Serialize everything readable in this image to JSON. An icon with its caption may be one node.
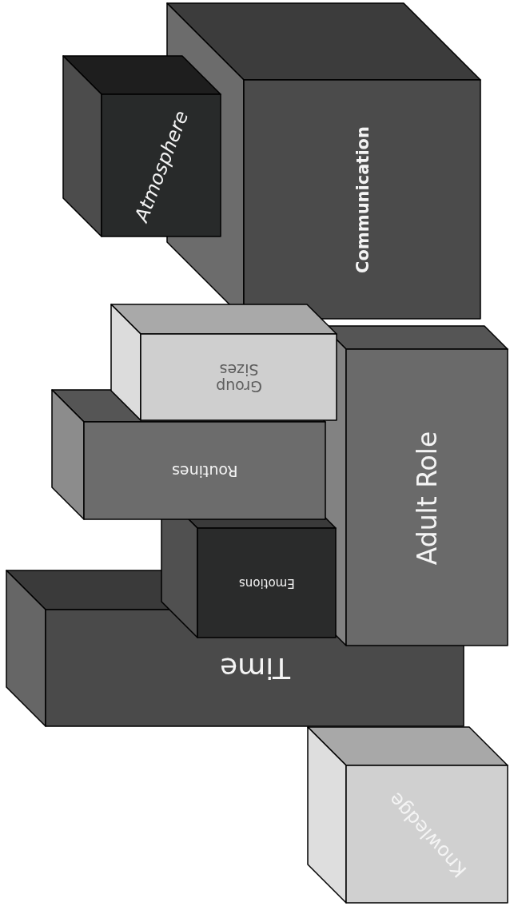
{
  "diagram": {
    "nodes": [
      {
        "text": [
          "Atmosphere"
        ]
      },
      {
        "text": [
          "Communication"
        ]
      },
      {
        "text": [
          "Group Sizes"
        ]
      },
      {
        "text": [
          "Routines"
        ]
      },
      {
        "text": [
          "Adult Role"
        ]
      },
      {
        "text": [
          "Emotions"
        ]
      },
      {
        "text": [
          "Time"
        ]
      },
      {
        "text": [
          "Knowledge"
        ]
      }
    ]
  }
}
